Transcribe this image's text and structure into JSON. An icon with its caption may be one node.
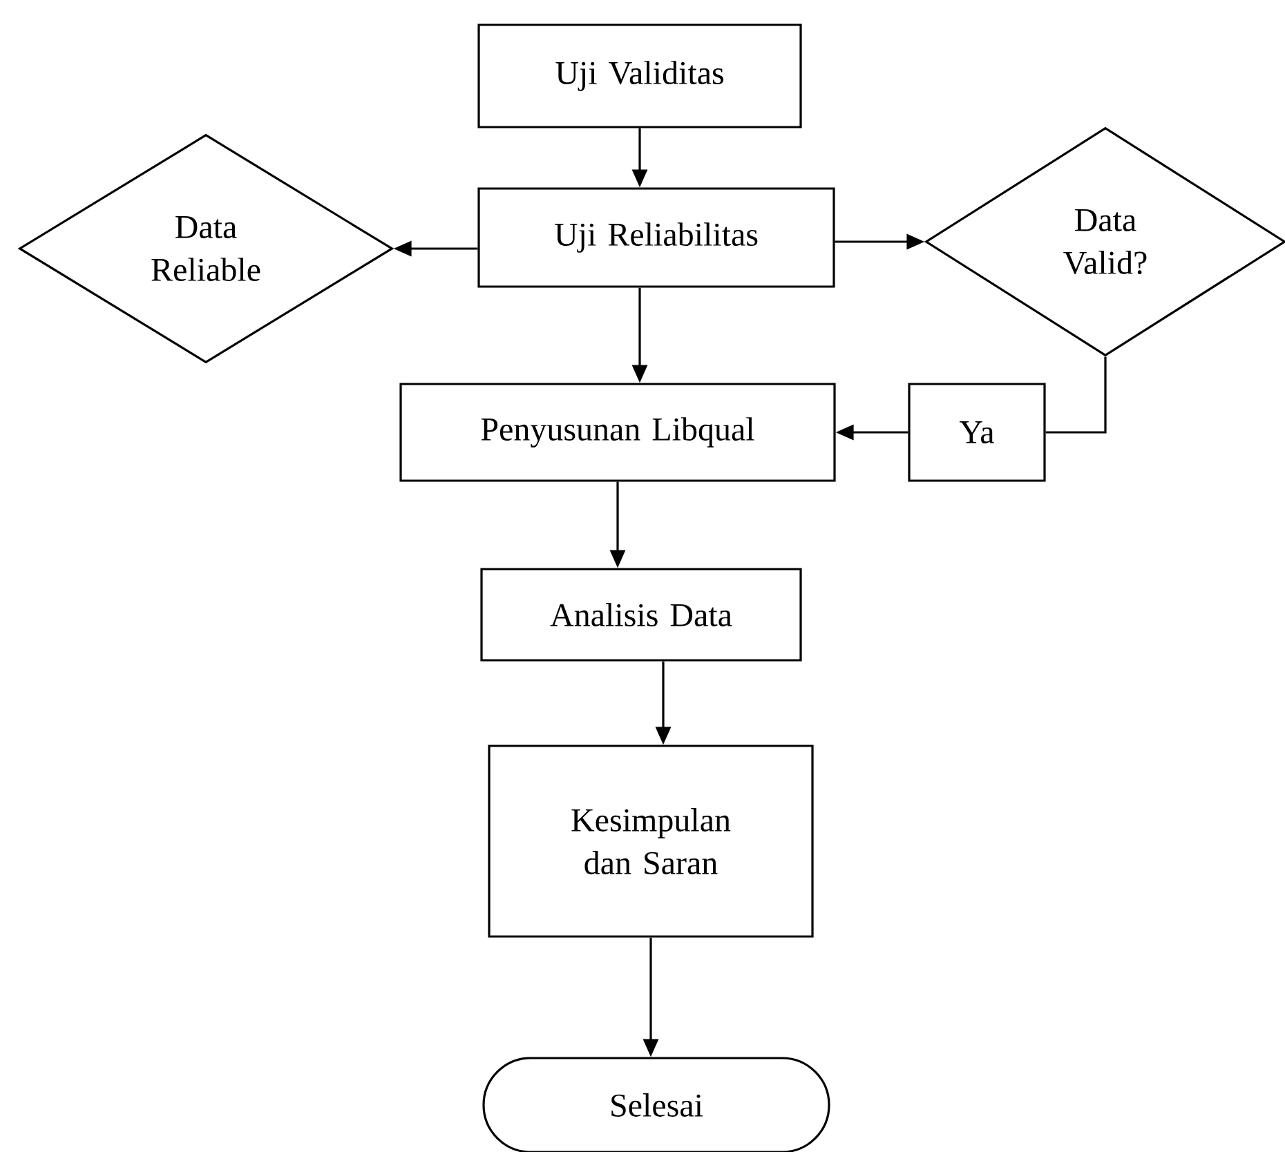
{
  "diagram": {
    "nodes": [
      {
        "text": [
          "Uji Validitas"
        ]
      },
      {
        "text": [
          "Uji Reliabilitas"
        ]
      },
      {
        "text": [
          "Data Reliable"
        ]
      },
      {
        "text": [
          "Data Valid?"
        ]
      },
      {
        "text": [
          "Penyusunan Libqual"
        ]
      },
      {
        "text": [
          "Ya"
        ]
      },
      {
        "text": [
          "Analisis Data"
        ]
      },
      {
        "text": [
          "Kesimpulan dan Saran"
        ]
      },
      {
        "text": [
          "Selesai"
        ]
      }
    ],
    "edges": [
      {
        "from": 0,
        "to": 1,
        "arrow": "to"
      },
      {
        "from": 1,
        "to": 2,
        "arrow": "to"
      },
      {
        "from": 1,
        "to": 3,
        "arrow": "to"
      },
      {
        "from": 1,
        "to": 4,
        "arrow": "to"
      },
      {
        "from": 3,
        "to": 5,
        "arrow": "none"
      },
      {
        "from": 5,
        "to": 4,
        "arrow": "to"
      },
      {
        "from": 4,
        "to": 6,
        "arrow": "to"
      },
      {
        "from": 6,
        "to": 7,
        "arrow": "to"
      },
      {
        "from": 7,
        "to": 8,
        "arrow": "to"
      }
    ]
  }
}
